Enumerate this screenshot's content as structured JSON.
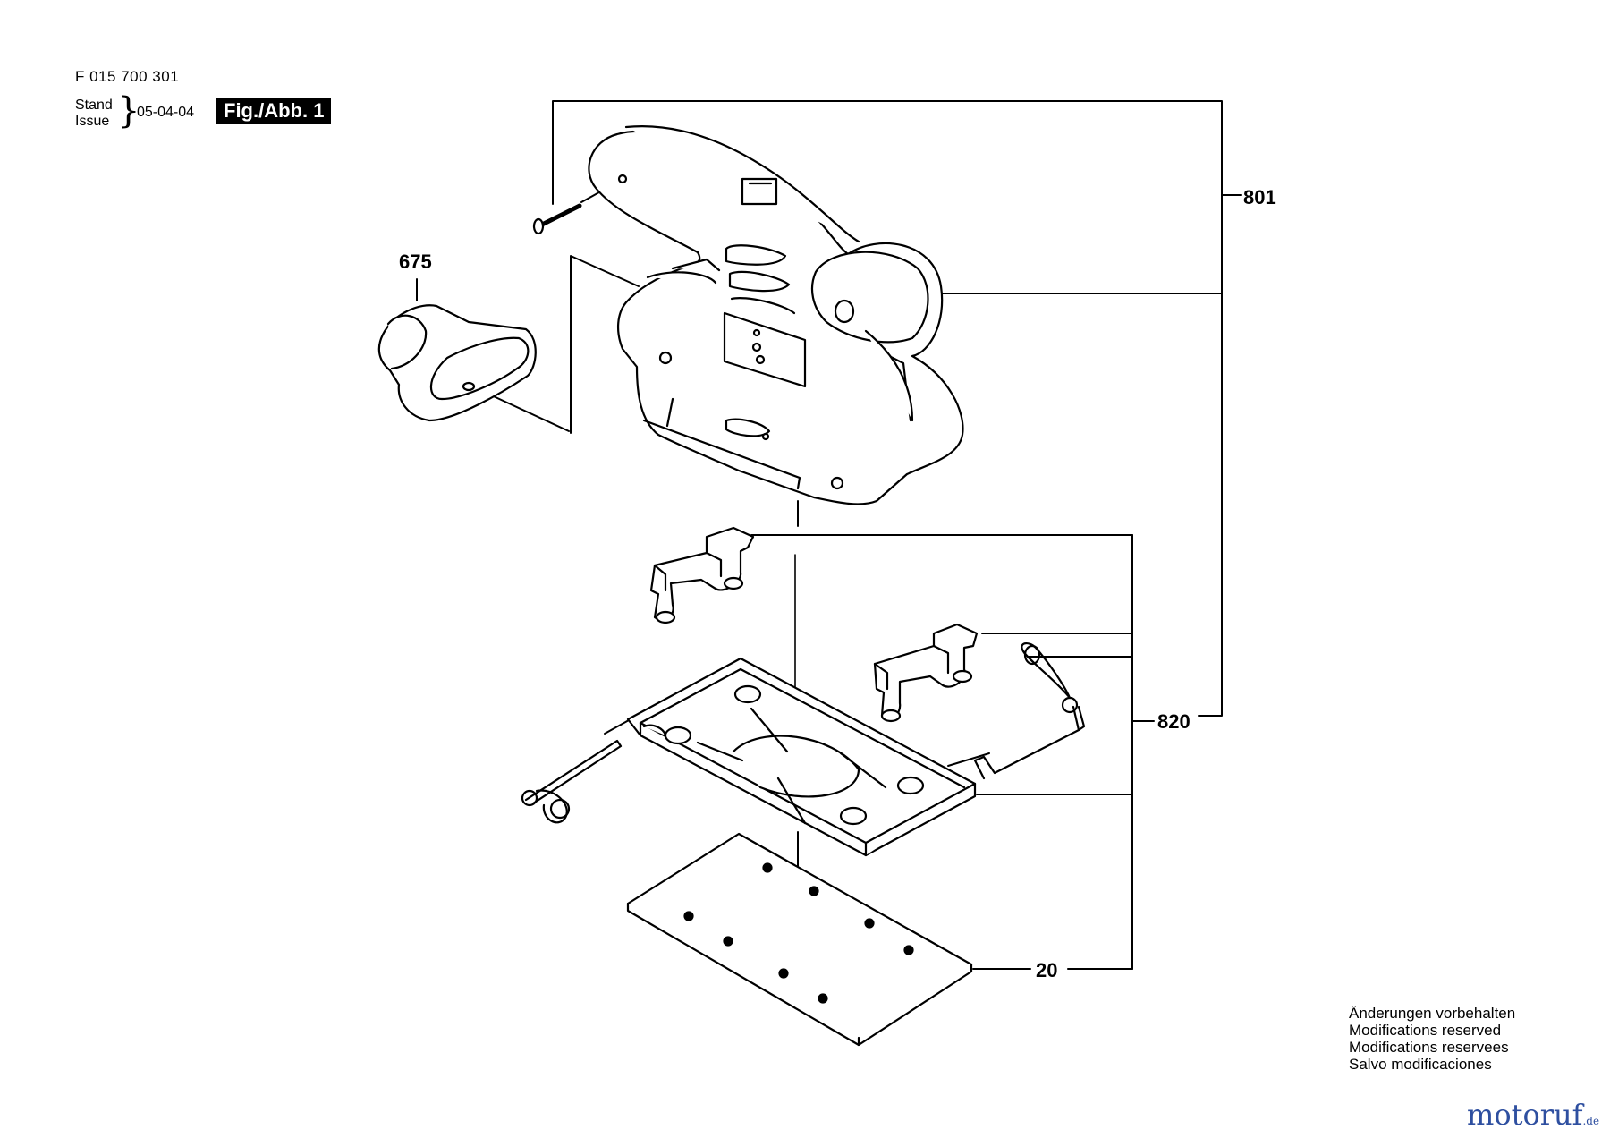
{
  "header": {
    "doc_code": "F 015 700 301",
    "stand_label": "Stand",
    "issue_label": "Issue",
    "date": "05-04-04",
    "figure_label": "Fig./Abb. 1"
  },
  "parts": {
    "p801": "801",
    "p675": "675",
    "p820": "820",
    "p20": "20"
  },
  "notes": [
    "Änderungen vorbehalten",
    "Modifications reserved",
    "Modifications reservees",
    "Salvo modificaciones"
  ],
  "brand": {
    "name_main": "motoruf",
    "tld": ".de"
  }
}
